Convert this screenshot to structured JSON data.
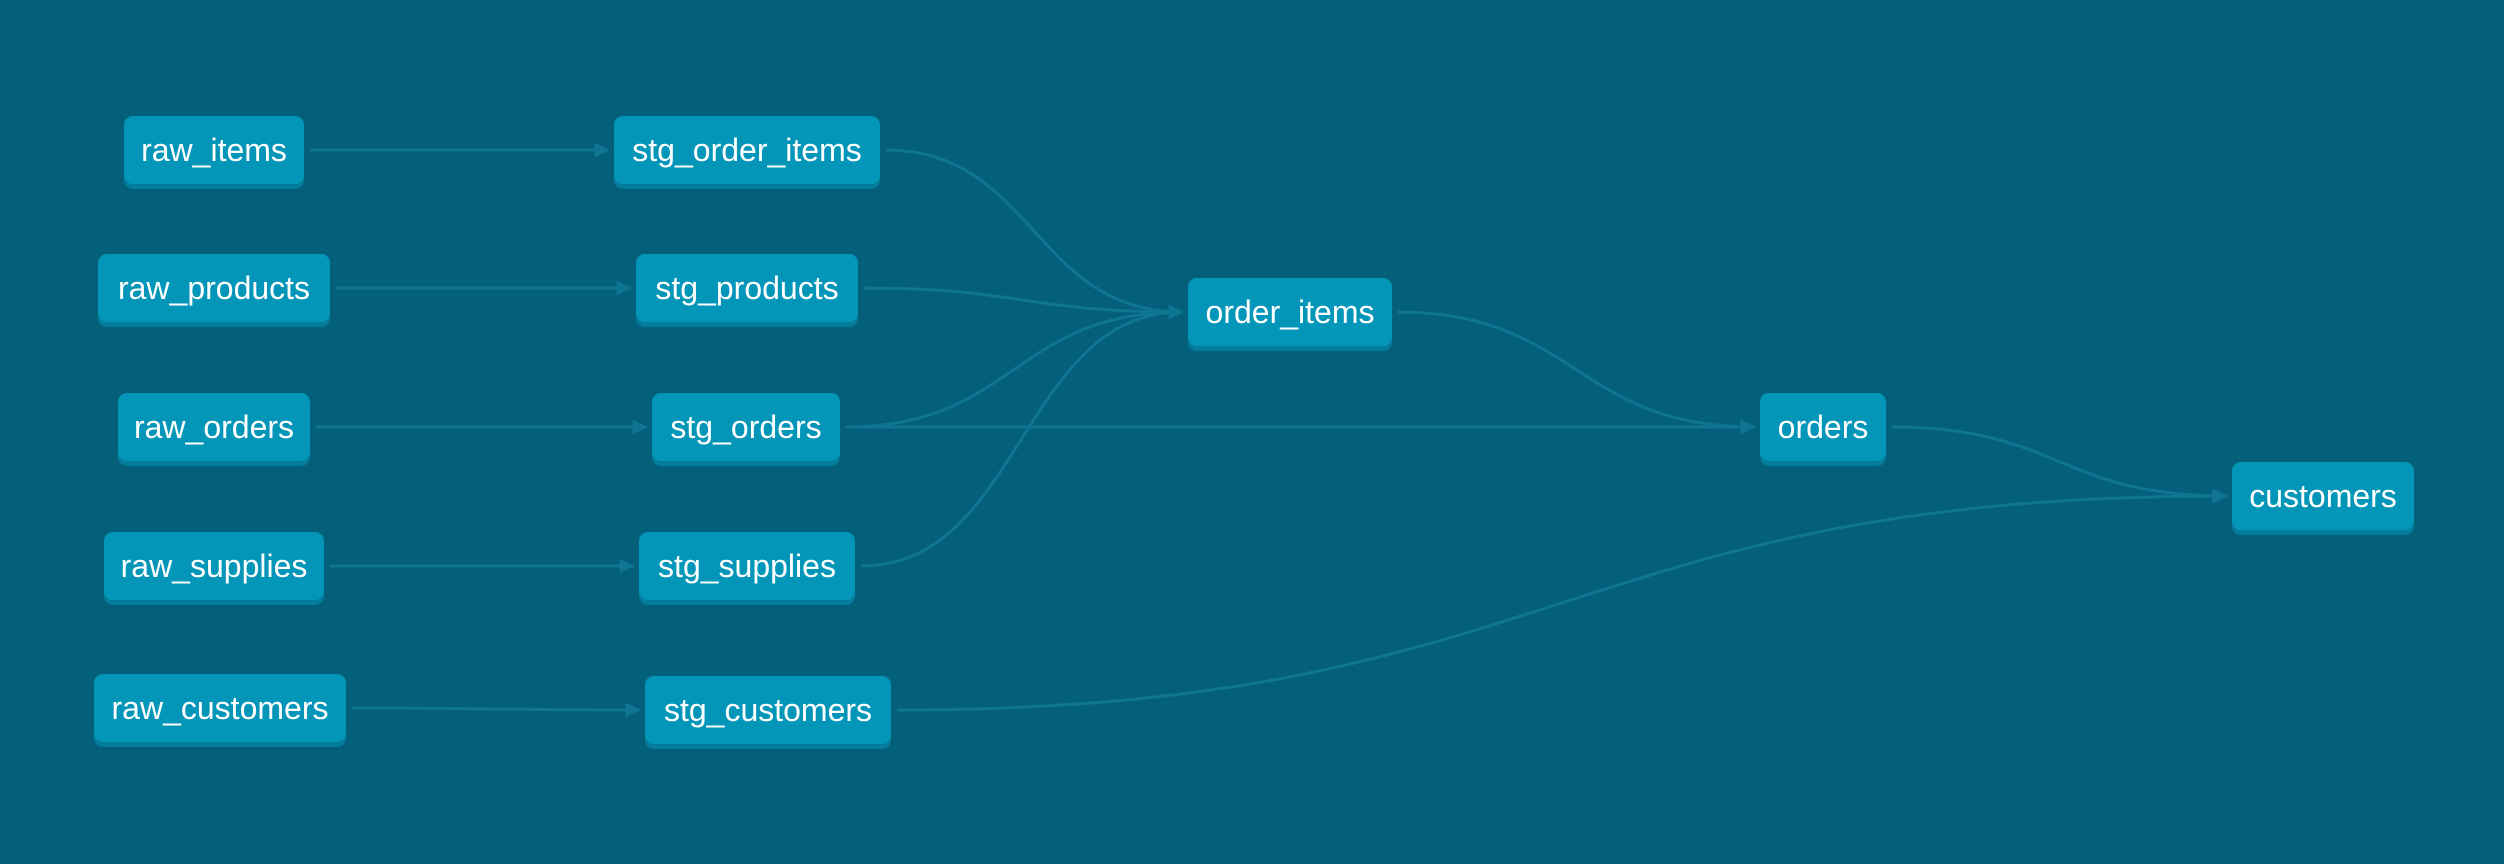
{
  "nodes": {
    "raw_items": "raw_items",
    "raw_products": "raw_products",
    "raw_orders": "raw_orders",
    "raw_supplies": "raw_supplies",
    "raw_customers": "raw_customers",
    "stg_order_items": "stg_order_items",
    "stg_products": "stg_products",
    "stg_orders": "stg_orders",
    "stg_supplies": "stg_supplies",
    "stg_customers": "stg_customers",
    "order_items": "order_items",
    "orders": "orders",
    "customers": "customers"
  },
  "edges": [
    [
      "raw_items",
      "stg_order_items"
    ],
    [
      "raw_products",
      "stg_products"
    ],
    [
      "raw_orders",
      "stg_orders"
    ],
    [
      "raw_supplies",
      "stg_supplies"
    ],
    [
      "raw_customers",
      "stg_customers"
    ],
    [
      "stg_order_items",
      "order_items"
    ],
    [
      "stg_products",
      "order_items"
    ],
    [
      "stg_orders",
      "order_items"
    ],
    [
      "stg_supplies",
      "order_items"
    ],
    [
      "stg_orders",
      "orders"
    ],
    [
      "order_items",
      "orders"
    ],
    [
      "orders",
      "customers"
    ],
    [
      "stg_customers",
      "customers"
    ]
  ],
  "colors": {
    "background": "#04607a",
    "node_fill": "#0396b8",
    "node_text": "#ffffff",
    "edge": "#0f7593"
  }
}
